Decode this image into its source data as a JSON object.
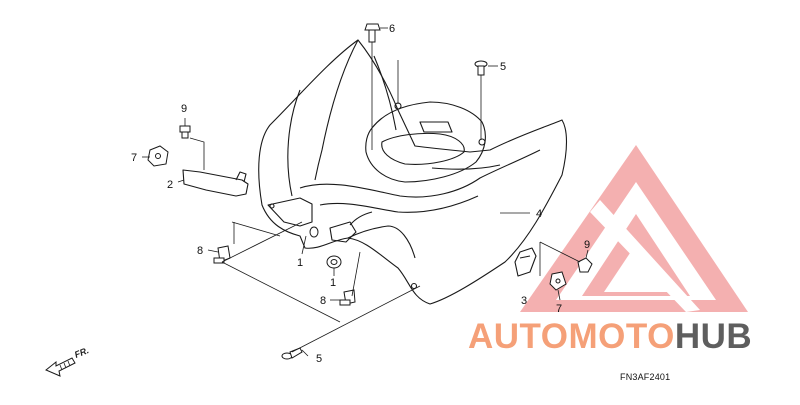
{
  "diagram": {
    "labels": {
      "p6": "6",
      "p5_top": "5",
      "p9_left": "9",
      "p7_left": "7",
      "p2": "2",
      "p4": "4",
      "p8_left": "8",
      "p1_left": "1",
      "p1_mid": "1",
      "p8_mid": "8",
      "p5_bottom": "5",
      "p9_right": "9",
      "p3": "3",
      "p7_right": "7"
    },
    "direction": "FR.",
    "diagram_code": "FN3AF2401"
  },
  "watermark": {
    "part1": "AUTOMOTO",
    "part2": "HUB",
    "color_primary": "#f08a8a",
    "color_secondary": "#ffc090",
    "color_dark": "#5e5e5e"
  }
}
